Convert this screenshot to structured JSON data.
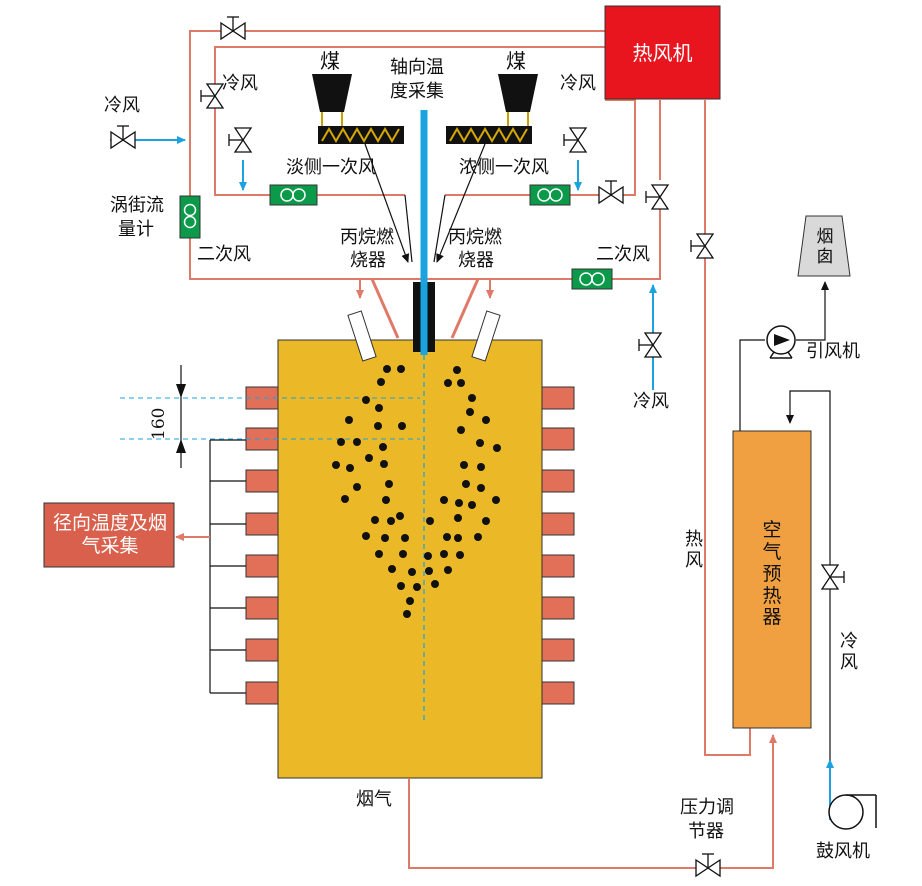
{
  "labels": {
    "hot_fan": "热风机",
    "coal_left": "煤",
    "coal_right": "煤",
    "axial_temp_1": "轴向温",
    "axial_temp_2": "度采集",
    "cold_air_top_left": "冷风",
    "cold_air_top_right": "冷风",
    "cold_air_inlet": "冷风",
    "lean_primary_air": "淡侧一次风",
    "rich_primary_air": "浓侧一次风",
    "vortex_meter_1": "涡街流",
    "vortex_meter_2": "量计",
    "secondary_air_left": "二次风",
    "secondary_air_right": "二次风",
    "propane_burner_left_1": "丙烷燃",
    "propane_burner_left_2": "烧器",
    "propane_burner_right_1": "丙烷燃",
    "propane_burner_right_2": "烧器",
    "cold_air_bottom": "冷风",
    "chimney": "烟囱",
    "induced_fan": "引风机",
    "dimension_160": "160",
    "radial_sampling": "径向温度及烟气采集",
    "hot_air": "热风",
    "air_preheater": "空气预热器",
    "cold_air_preheater": "冷风",
    "flue_gas": "烟气",
    "pressure_regulator_1": "压力调",
    "pressure_regulator_2": "节器",
    "blower": "鼓风机"
  },
  "colors": {
    "hot_fan": "#e8141e",
    "furnace": "#ebb827",
    "air_preheater": "#f0a040",
    "radial_box": "#d9604c",
    "port": "#e27058",
    "hot_line": "#e07a68",
    "cold_line": "#1aa3de",
    "axial_probe": "#1aa3de",
    "flow_meter": "#0a9a4a",
    "chimney": "#d9d9d9"
  },
  "icons": [
    "valve-icon",
    "flow-meter-icon",
    "coal-hopper-icon",
    "screw-feeder-icon",
    "fan-icon",
    "blower-icon",
    "chimney-icon",
    "burner-icon",
    "particle-icon"
  ]
}
